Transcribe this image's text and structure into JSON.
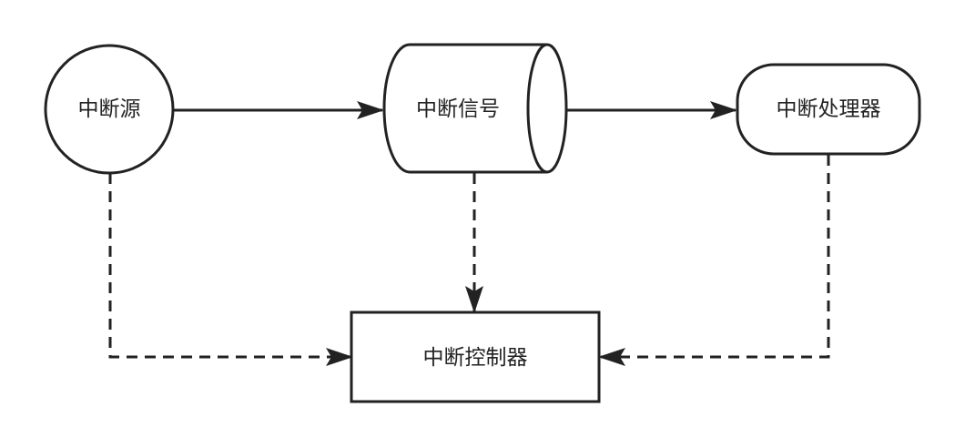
{
  "diagram": {
    "nodes": {
      "source": {
        "label": "中断源"
      },
      "signal": {
        "label": "中断信号"
      },
      "handler": {
        "label": "中断处理器"
      },
      "controller": {
        "label": "中断控制器"
      }
    },
    "colors": {
      "stroke": "#222222",
      "fill": "#ffffff",
      "text": "#222222"
    }
  }
}
